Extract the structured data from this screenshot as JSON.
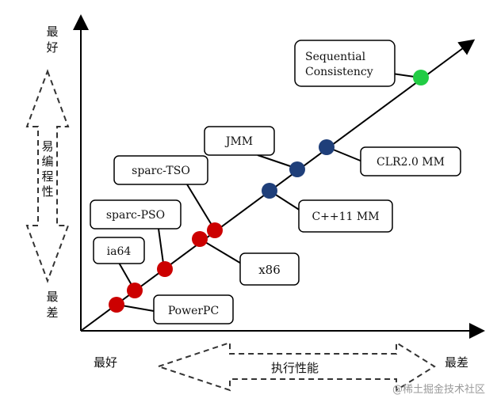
{
  "y_axis": {
    "top_label": "最好",
    "bottom_label": "最差",
    "arrow_text": "易编程性"
  },
  "x_axis": {
    "left_label": "最好",
    "right_label": "最差",
    "arrow_text": "执行性能"
  },
  "models": [
    {
      "id": "powerpc",
      "label": "PowerPC",
      "color": "#cc0000"
    },
    {
      "id": "ia64",
      "label": "ia64",
      "color": "#cc0000"
    },
    {
      "id": "sparc-pso",
      "label": "sparc-PSO",
      "color": "#cc0000"
    },
    {
      "id": "sparc-tso",
      "label": "sparc-TSO",
      "color": "#cc0000"
    },
    {
      "id": "x86",
      "label": "x86",
      "color": "#cc0000"
    },
    {
      "id": "cpp11",
      "label": "C++11 MM",
      "color": "#1f3f7a"
    },
    {
      "id": "jmm",
      "label": "JMM",
      "color": "#1f3f7a"
    },
    {
      "id": "clr20",
      "label": "CLR2.0 MM",
      "color": "#1f3f7a"
    },
    {
      "id": "sc",
      "label": "Sequential Consistency",
      "color": "#22cc44"
    }
  ],
  "watermark": "@稀土掘金技术社区"
}
